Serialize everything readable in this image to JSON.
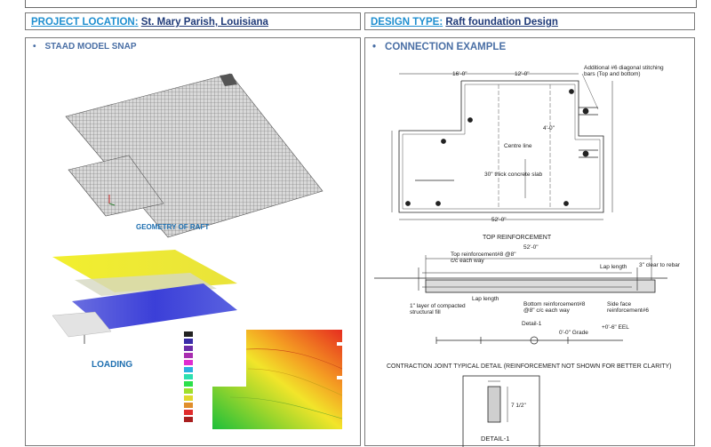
{
  "header": {
    "location_label": "PROJECT LOCATION",
    "location_value": "St. Mary Parish, Louisiana",
    "design_label": "DESIGN TYPE",
    "design_value": "Raft foundation Design"
  },
  "left_panel": {
    "title": "STAAD MODEL SNAP",
    "geometry_caption": "GEOMETRY OF RAFT",
    "loading_caption": "LOADING"
  },
  "right_panel": {
    "title": "CONNECTION EXAMPLE",
    "top_reinforcement": "TOP REINFORCEMENT",
    "contraction_joint": "CONTRACTION JOINT TYPICAL DETAIL (REINFORCEMENT NOT SHOWN FOR BETTER CLARITY)",
    "detail_label": "DETAIL-1",
    "detail_ref": "Detail-1",
    "overall_width": "52'-0\"",
    "dim_16": "16'-0\"",
    "dim_12": "12'-0\"",
    "dim_4": "4'-0\"",
    "grade": "0'-0\" Grade",
    "el": "+0'-6\" EEL",
    "slab_note": "30\" thick concrete slab",
    "centre_line": "Centre line",
    "diag_note": "Additional #6 diagonal stitching bars (Top and bottom)",
    "cover_note": "3\" clear to rebar",
    "lap_length": "Lap length",
    "top_reinf_note": "Top reinforcement#8 @8\" c/c each way",
    "bottom_reinf_note": "Bottom reinforcement#8 @8\" c/c each way",
    "side_face": "Side face reinforcement#6",
    "layer_note": "1\" layer of compacted structural fill",
    "detail_dim": "7 1/2\""
  },
  "colors": {
    "header_key": "#1f8fd0",
    "header_value": "#1f3a78",
    "panel_title": "#4a6fa5",
    "caption": "#1e6fb0"
  }
}
